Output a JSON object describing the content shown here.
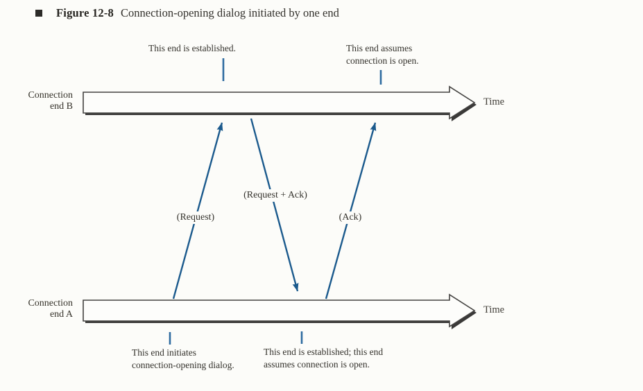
{
  "title": {
    "bullet_icon": "square-bullet",
    "figure_label": "Figure 12-8",
    "caption": "Connection-opening dialog initiated by one end"
  },
  "colors": {
    "paper": "#fcfcf9",
    "ink": "#2f2d29",
    "timeline_outline": "#434240",
    "timeline_shadow": "#3a3938",
    "message_blue": "#1b5a8d",
    "tick_blue": "#2e6ba0"
  },
  "diagram": {
    "endpoints": [
      {
        "name_line1": "Connection",
        "name_line2": "end B",
        "axis_label": "Time"
      },
      {
        "name_line1": "Connection",
        "name_line2": "end A",
        "axis_label": "Time"
      }
    ],
    "messages": [
      {
        "label": "(Request)",
        "from": "end A",
        "to": "end B"
      },
      {
        "label": "(Request + Ack)",
        "from": "end B",
        "to": "end A"
      },
      {
        "label": "(Ack)",
        "from": "end A",
        "to": "end B"
      }
    ],
    "annotations": {
      "b_established": "This end is established.",
      "b_open_line1": "This end assumes",
      "b_open_line2": "connection is open.",
      "a_initiates_line1": "This end initiates",
      "a_initiates_line2": "connection-opening dialog.",
      "a_established_line1": "This end is established; this end",
      "a_established_line2": "assumes connection is open."
    }
  }
}
